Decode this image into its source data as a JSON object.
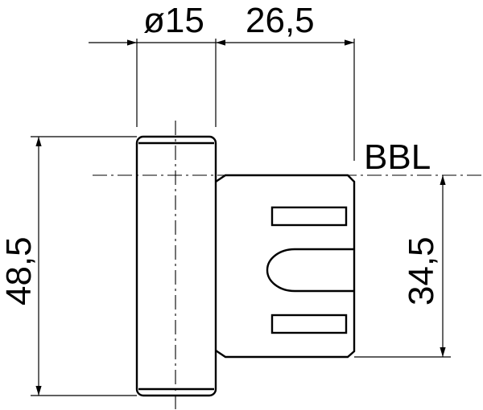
{
  "dimensions": {
    "diameter": "ø15",
    "offset": "26,5",
    "height_total": "48,5",
    "height_plate": "34,5",
    "reference": "BBL"
  }
}
